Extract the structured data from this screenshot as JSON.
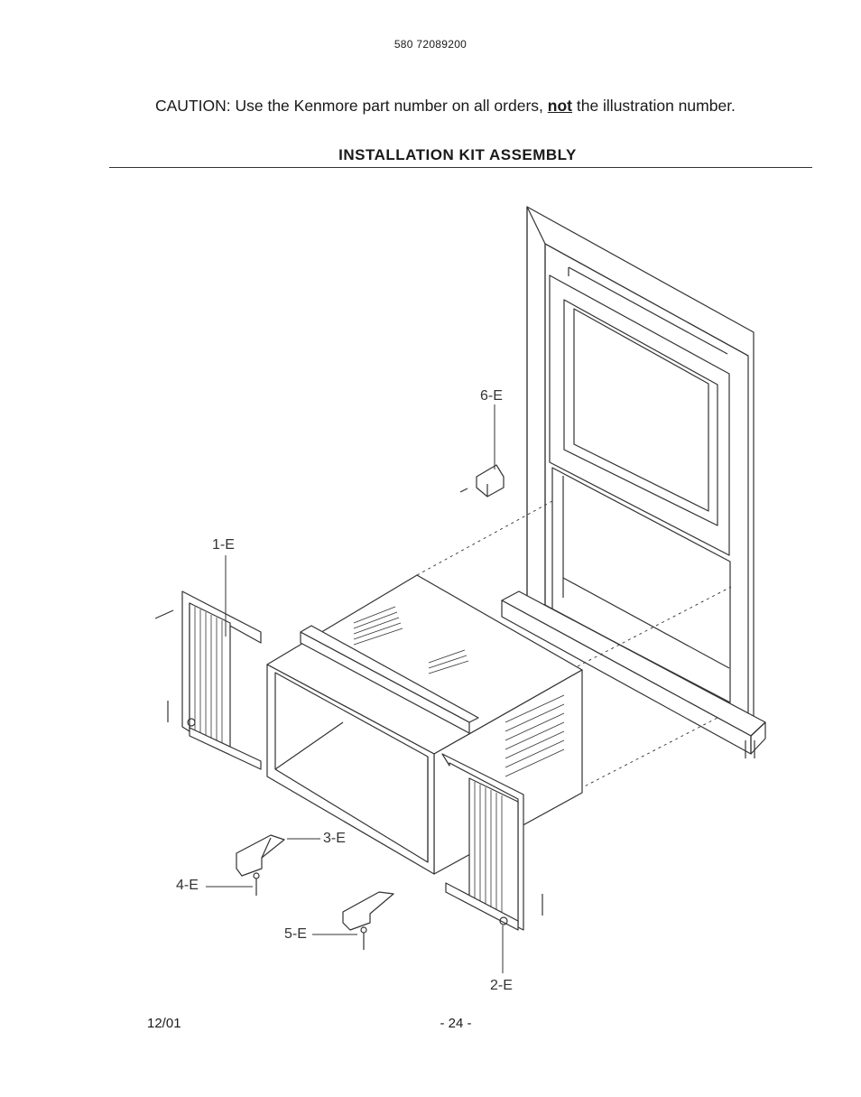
{
  "header": {
    "document_number": "580 72089200"
  },
  "caution": {
    "prefix": "CAUTION: Use the Kenmore part number on all orders, ",
    "emphasis": "not",
    "suffix": " the illustration number."
  },
  "section": {
    "title": "INSTALLATION KIT ASSEMBLY"
  },
  "callouts": {
    "part_1": "1-E",
    "part_2": "2-E",
    "part_3": "3-E",
    "part_4": "4-E",
    "part_5": "5-E",
    "part_6": "6-E"
  },
  "footer": {
    "date": "12/01",
    "page": "- 24 -"
  },
  "colors": {
    "ink": "#333333",
    "paper": "#ffffff"
  }
}
